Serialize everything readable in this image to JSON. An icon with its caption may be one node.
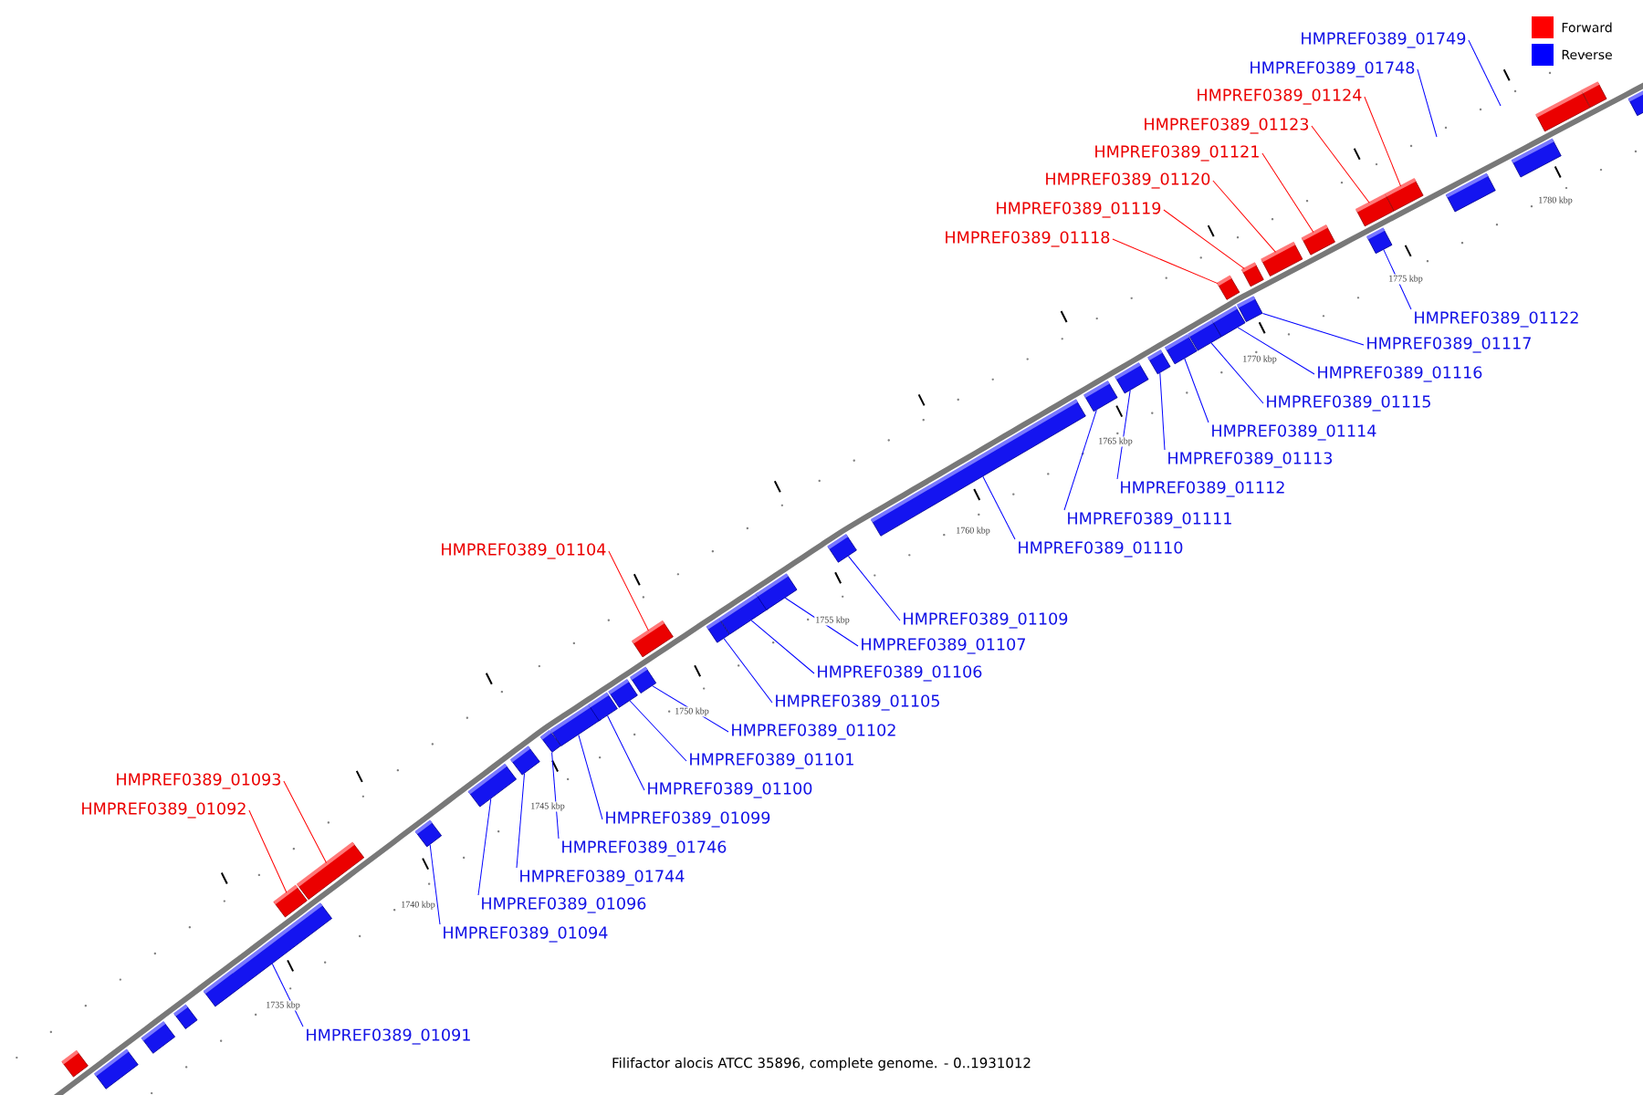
{
  "diagram": {
    "caption": "Filifactor alocis ATCC 35896, complete genome. - 0..1931012",
    "nodes": [
      {
        "text": [
          "HMPREF0389_01749"
        ]
      },
      {
        "text": [
          "HMPREF0389_01748"
        ]
      },
      {
        "text": [
          "HMPREF0389_01124"
        ]
      },
      {
        "text": [
          "HMPREF0389_01123"
        ]
      },
      {
        "text": [
          "HMPREF0389_01121"
        ]
      },
      {
        "text": [
          "HMPREF0389_01120"
        ]
      },
      {
        "text": [
          "HMPREF0389_01119"
        ]
      },
      {
        "text": [
          "HMPREF0389_01118"
        ]
      },
      {
        "text": [
          "HMPREF0389_01122"
        ]
      },
      {
        "text": [
          "HMPREF0389_01117"
        ]
      },
      {
        "text": [
          "HMPREF0389_01116"
        ]
      },
      {
        "text": [
          "HMPREF0389_01115"
        ]
      },
      {
        "text": [
          "HMPREF0389_01114"
        ]
      },
      {
        "text": [
          "HMPREF0389_01113"
        ]
      },
      {
        "text": [
          "HMPREF0389_01112"
        ]
      },
      {
        "text": [
          "HMPREF0389_01111"
        ]
      },
      {
        "text": [
          "HMPREF0389_01110"
        ]
      },
      {
        "text": [
          "HMPREF0389_01104"
        ]
      },
      {
        "text": [
          "HMPREF0389_01109"
        ]
      },
      {
        "text": [
          "HMPREF0389_01107"
        ]
      },
      {
        "text": [
          "HMPREF0389_01106"
        ]
      },
      {
        "text": [
          "HMPREF0389_01105"
        ]
      },
      {
        "text": [
          "HMPREF0389_01102"
        ]
      },
      {
        "text": [
          "HMPREF0389_01101"
        ]
      },
      {
        "text": [
          "HMPREF0389_01100"
        ]
      },
      {
        "text": [
          "HMPREF0389_01093"
        ]
      },
      {
        "text": [
          "HMPREF0389_01092"
        ]
      },
      {
        "text": [
          "HMPREF0389_01099"
        ]
      },
      {
        "text": [
          "HMPREF0389_01746"
        ]
      },
      {
        "text": [
          "HMPREF0389_01744"
        ]
      },
      {
        "text": [
          "HMPREF0389_01096"
        ]
      },
      {
        "text": [
          "HMPREF0389_01094"
        ]
      },
      {
        "text": [
          "HMPREF0389_01091"
        ]
      },
      {
        "text": [],
        "shape": "box"
      },
      {
        "text": [],
        "shape": "box"
      },
      {
        "text": [],
        "shape": "box"
      },
      {
        "text": [],
        "shape": "box"
      },
      {
        "text": [],
        "shape": "box"
      },
      {
        "text": [],
        "shape": "box"
      },
      {
        "text": [],
        "shape": "box"
      },
      {
        "text": [],
        "shape": "box"
      },
      {
        "text": [],
        "shape": "box"
      },
      {
        "text": [],
        "shape": "box"
      },
      {
        "text": [],
        "shape": "box"
      },
      {
        "text": [],
        "shape": "box"
      },
      {
        "text": [],
        "shape": "box"
      },
      {
        "text": [],
        "shape": "box"
      },
      {
        "text": [],
        "shape": "box"
      },
      {
        "text": [],
        "shape": "box"
      },
      {
        "text": [],
        "shape": "box"
      },
      {
        "text": [],
        "shape": "box"
      },
      {
        "text": [],
        "shape": "box"
      },
      {
        "text": [],
        "shape": "box"
      },
      {
        "text": [],
        "shape": "box"
      },
      {
        "text": [],
        "shape": "box"
      },
      {
        "text": [],
        "shape": "box"
      },
      {
        "text": [],
        "shape": "box"
      },
      {
        "text": [],
        "shape": "box"
      },
      {
        "text": [],
        "shape": "box"
      },
      {
        "text": [],
        "shape": "box"
      },
      {
        "text": [],
        "shape": "box"
      },
      {
        "text": [],
        "shape": "box"
      },
      {
        "text": [],
        "shape": "box"
      },
      {
        "text": [],
        "shape": "box"
      },
      {
        "text": [],
        "shape": "box"
      },
      {
        "text": [],
        "shape": "box"
      },
      {
        "text": [],
        "shape": "box"
      },
      {
        "text": [],
        "shape": "box"
      },
      {
        "text": [],
        "shape": "box"
      },
      {
        "text": [],
        "shape": "box"
      },
      {
        "text": [],
        "shape": "box"
      },
      {
        "text": [],
        "shape": "box"
      },
      {
        "text": [],
        "shape": "box"
      }
    ],
    "edges": [
      {
        "from": 0,
        "to": null,
        "arrow": "none"
      },
      {
        "from": 1,
        "to": null,
        "arrow": "none"
      },
      {
        "from": 2,
        "to": 67,
        "arrow": "none",
        "color": "#ff0000"
      },
      {
        "from": 3,
        "to": 66,
        "arrow": "none",
        "color": "#ff0000"
      },
      {
        "from": 4,
        "to": 64,
        "arrow": "none",
        "color": "#ff0000"
      },
      {
        "from": 5,
        "to": 63,
        "arrow": "none",
        "color": "#ff0000"
      },
      {
        "from": 6,
        "to": 62,
        "arrow": "none",
        "color": "#ff0000"
      },
      {
        "from": 7,
        "to": 60,
        "arrow": "none",
        "color": "#ff0000"
      },
      {
        "from": 8,
        "to": 65,
        "arrow": "none"
      },
      {
        "from": 9,
        "to": 61,
        "arrow": "none"
      },
      {
        "from": 10,
        "to": 59,
        "arrow": "none"
      },
      {
        "from": 11,
        "to": 58,
        "arrow": "none"
      },
      {
        "from": 12,
        "to": 57,
        "arrow": "none"
      },
      {
        "from": 13,
        "to": 56,
        "arrow": "none"
      },
      {
        "from": 14,
        "to": 55,
        "arrow": "none"
      },
      {
        "from": 15,
        "to": 54,
        "arrow": "none"
      },
      {
        "from": 16,
        "to": 53,
        "arrow": "none"
      },
      {
        "from": 17,
        "to": 48,
        "arrow": "none",
        "color": "#ff0000"
      },
      {
        "from": 18,
        "to": 52,
        "arrow": "none"
      },
      {
        "from": 19,
        "to": 51,
        "arrow": "none"
      },
      {
        "from": 20,
        "to": 50,
        "arrow": "none"
      },
      {
        "from": 21,
        "to": 49,
        "arrow": "none"
      },
      {
        "from": 22,
        "to": 47,
        "arrow": "none"
      },
      {
        "from": 23,
        "to": 46,
        "arrow": "none"
      },
      {
        "from": 24,
        "to": 45,
        "arrow": "none"
      },
      {
        "from": 25,
        "to": 39,
        "arrow": "none",
        "color": "#ff0000"
      },
      {
        "from": 26,
        "to": 38,
        "arrow": "none",
        "color": "#ff0000"
      },
      {
        "from": 27,
        "to": 44,
        "arrow": "none"
      },
      {
        "from": 28,
        "to": 43,
        "arrow": "none"
      },
      {
        "from": 29,
        "to": 42,
        "arrow": "none"
      },
      {
        "from": 30,
        "to": 41,
        "arrow": "none"
      },
      {
        "from": 31,
        "to": 40,
        "arrow": "none"
      },
      {
        "from": 32,
        "to": 37,
        "arrow": "none"
      }
    ],
    "labels": [
      "1780 kbp",
      "1775 kbp",
      "1770 kbp",
      "1765 kbp",
      "1760 kbp",
      "1755 kbp",
      "1750 kbp",
      "1745 kbp",
      "1740 kbp",
      "1735 kbp"
    ],
    "legend": [
      {
        "text": "Forward",
        "color": "#ff0000"
      },
      {
        "text": "Reverse",
        "color": "#0000ff"
      }
    ]
  }
}
